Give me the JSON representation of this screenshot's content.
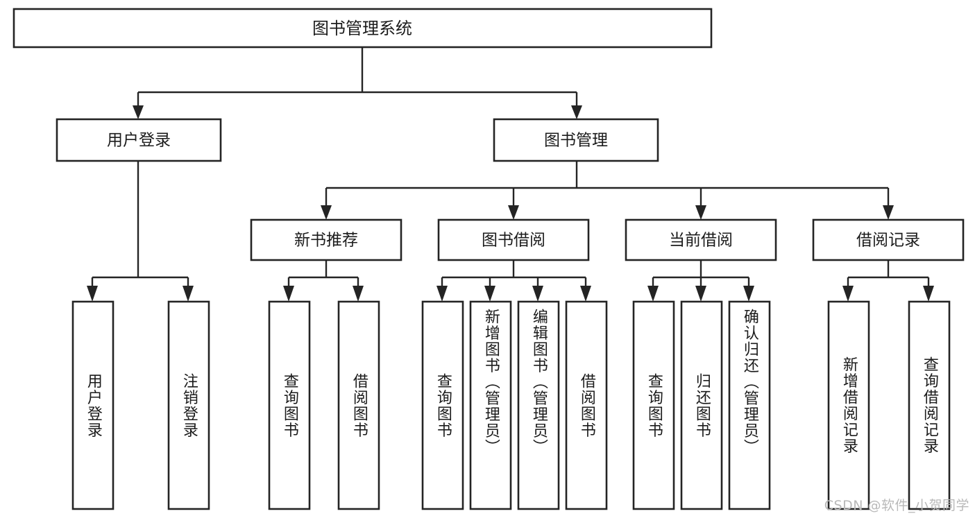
{
  "diagram": {
    "type": "tree-hierarchy",
    "root": {
      "id": "root",
      "label": "图书管理系统"
    },
    "level2": [
      {
        "id": "user-login",
        "label": "用户登录"
      },
      {
        "id": "book-manage",
        "label": "图书管理"
      }
    ],
    "level3": [
      {
        "id": "new-book-recommend",
        "label": "新书推荐",
        "parent": "book-manage"
      },
      {
        "id": "book-borrow",
        "label": "图书借阅",
        "parent": "book-manage"
      },
      {
        "id": "current-borrow",
        "label": "当前借阅",
        "parent": "book-manage"
      },
      {
        "id": "borrow-record",
        "label": "借阅记录",
        "parent": "book-manage"
      }
    ],
    "leaves": [
      {
        "id": "leaf-user-login",
        "label": "用户登录",
        "parent": "user-login"
      },
      {
        "id": "leaf-user-logout",
        "label": "注销登录",
        "parent": "user-login"
      },
      {
        "id": "leaf-query-book-1",
        "label": "查询图书",
        "parent": "new-book-recommend"
      },
      {
        "id": "leaf-borrow-book-1",
        "label": "借阅图书",
        "parent": "new-book-recommend"
      },
      {
        "id": "leaf-query-book-2",
        "label": "查询图书",
        "parent": "book-borrow"
      },
      {
        "id": "leaf-add-book",
        "label": "新增图书（管理员）",
        "parent": "book-borrow"
      },
      {
        "id": "leaf-edit-book",
        "label": "编辑图书（管理员）",
        "parent": "book-borrow"
      },
      {
        "id": "leaf-borrow-book-2",
        "label": "借阅图书",
        "parent": "book-borrow"
      },
      {
        "id": "leaf-query-book-3",
        "label": "查询图书",
        "parent": "current-borrow"
      },
      {
        "id": "leaf-return-book",
        "label": "归还图书",
        "parent": "current-borrow"
      },
      {
        "id": "leaf-confirm-return",
        "label": "确认归还（管理员）",
        "parent": "current-borrow"
      },
      {
        "id": "leaf-add-record",
        "label": "新增借阅记录",
        "parent": "borrow-record"
      },
      {
        "id": "leaf-query-record",
        "label": "查询借阅记录",
        "parent": "borrow-record"
      }
    ],
    "colors": {
      "stroke": "#242424",
      "fill": "#ffffff",
      "text": "#1b1b1b",
      "watermark": "#b9b9b9"
    }
  },
  "watermark": {
    "text": "CSDN @软件_小贺同学"
  }
}
